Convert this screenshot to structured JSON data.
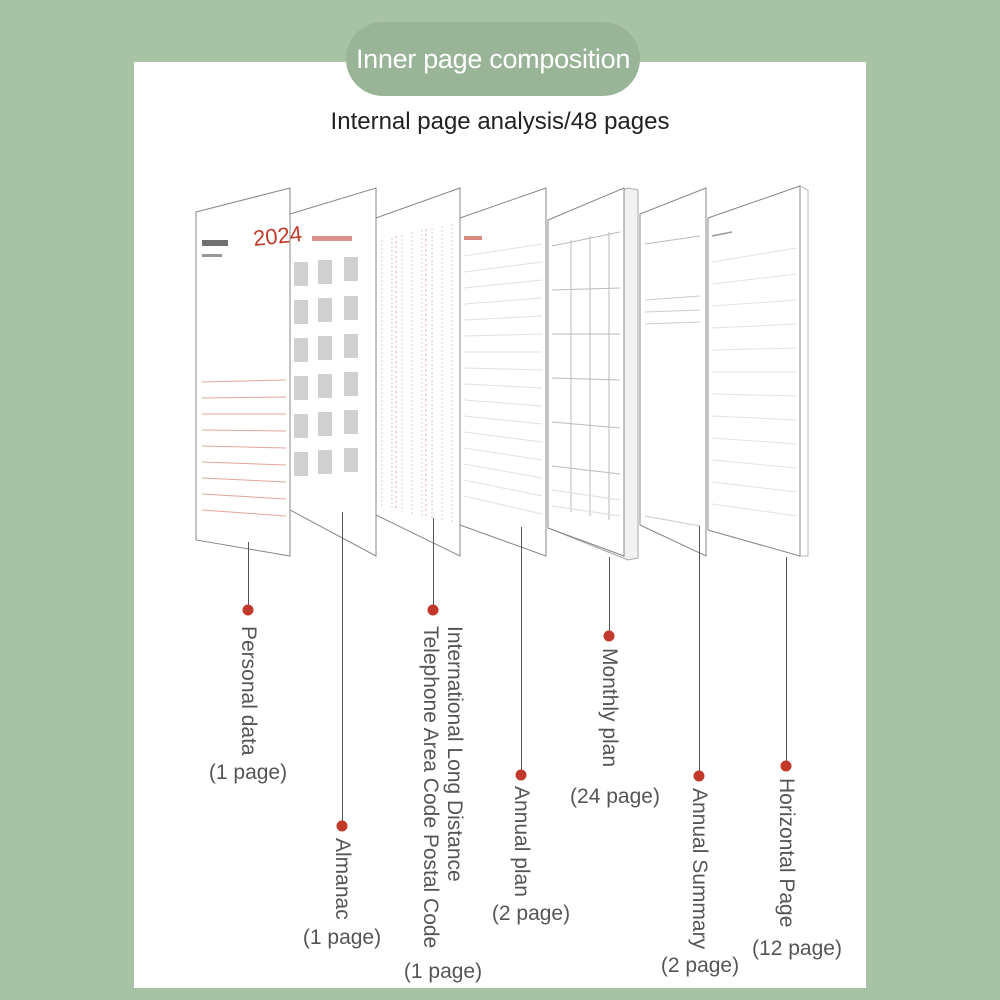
{
  "header": {
    "title": "Inner page composition"
  },
  "subtitle": "Internal page analysis/48 pages",
  "page_year": "2024",
  "accent_color": "#c0392b",
  "background_color": "#a7c2a5",
  "pill_color": "#9ab498",
  "sections": [
    {
      "label": "Personal data",
      "count": "(1 page)"
    },
    {
      "label": "Almanac",
      "count": "(1 page)"
    },
    {
      "label_line1": "International Long Distance",
      "label_line2": "Telephone Area Code Postal Code",
      "count": "(1 page)"
    },
    {
      "label": "Annual plan",
      "count": "(2 page)"
    },
    {
      "label": "Monthly plan",
      "count": "(24 page)"
    },
    {
      "label": "Annual Summary",
      "count": "(2 page)"
    },
    {
      "label": "Horizontal Page",
      "count": "(12 page)"
    }
  ]
}
